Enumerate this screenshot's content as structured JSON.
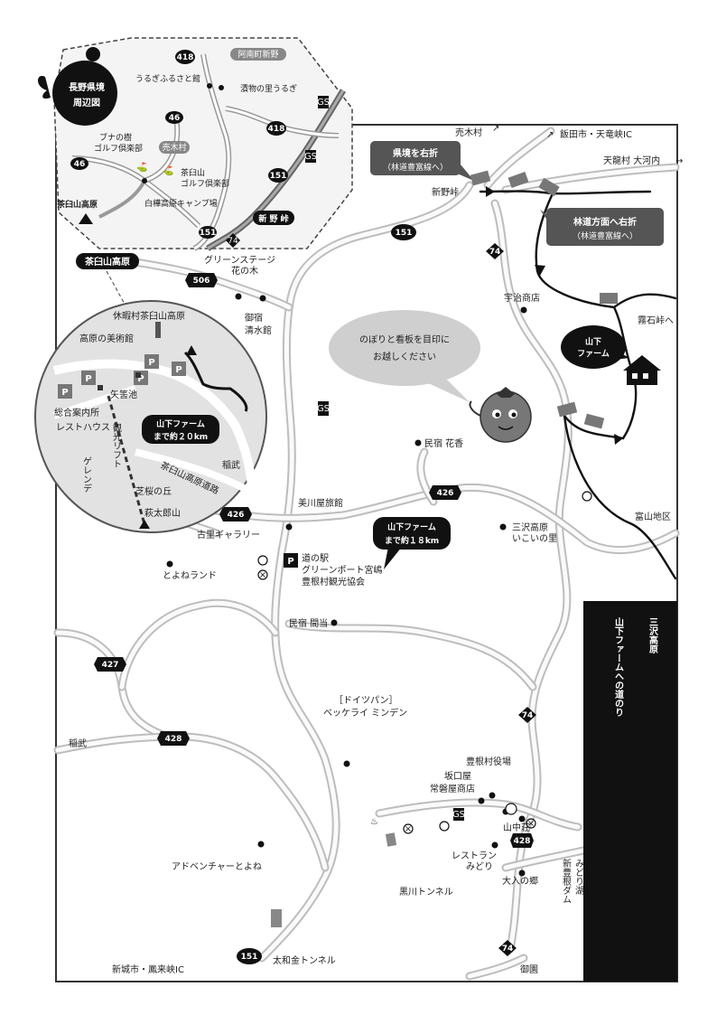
{
  "title": {
    "line1": "三沢高原",
    "line2": "山下ファームへの道のり"
  },
  "inset_top": {
    "badge_line1": "長野県境",
    "badge_line2": "周辺図",
    "labels": {
      "road_418": "418",
      "road_46a": "46",
      "road_46b": "46",
      "road_418b": "418",
      "road_151a": "151",
      "road_151b": "151",
      "road_74": "74",
      "anan": "阿南町新野",
      "urugi_furusato": "うるぎふるさと館",
      "tsukemono": "漬物の里うるぎ",
      "buna": "ブナの樹",
      "buna2": "ゴルフ倶楽部",
      "urugi": "売木村",
      "chausu_golf": "茶臼山",
      "chausu_golf2": "ゴルフ倶楽部",
      "hakuba": "白樺高原キャンプ場",
      "chausu_peak": "茶臼山高原",
      "niino": "新 野 峠",
      "gs": "GS"
    }
  },
  "inset_circle": {
    "tag": "茶臼山高原",
    "labels": {
      "kyuka": "休暇村茶臼山高原",
      "bijutsukan": "高原の美術館",
      "yahagi": "矢筈池",
      "sogo": "総合案内所",
      "resthouse": "レストハウス",
      "lift": "観光リフト",
      "gelande": "ゲレンデ",
      "road": "茶臼山高原道路",
      "shibazakura": "芝桜の丘",
      "hagitaro": "萩太郎山",
      "inabu": "稲武",
      "p": "P"
    },
    "distance": "山下ファーム\nまで約２０km"
  },
  "callouts": {
    "kenkyo_line1": "県境を右折",
    "kenkyo_line2": "（林道豊富線へ）",
    "rindo_line1": "林道方面へ右折",
    "rindo_line2": "（林道豊富線へ）",
    "nobori_line1": "のぼりと看板を目印に",
    "nobori_line2": "お越しください",
    "farm_line1": "山下",
    "farm_line2": "ファーム",
    "distance18_line1": "山下ファーム",
    "distance18_line2": "まで約１８km"
  },
  "places": {
    "urugi_top": "売木村",
    "iida": "飯田市・天竜峡IC",
    "tenryu": "天龍村 大河内",
    "niinotoge": "新野峠",
    "ujiji": "宇治商店",
    "kiriishi": "霧石峠へ",
    "tomiyama": "富山地区",
    "green_stage1": "グリーンステージ",
    "green_stage2": "花の木",
    "oncho1": "御宿",
    "oncho2": "清水館",
    "minshuku_hanaka": "民宿 花香",
    "mikawaya": "美川屋旅館",
    "misawa_ikoi1": "三沢高原",
    "misawa_ikoi2": "いこいの里",
    "furusato_gallery": "古里ギャラリー",
    "michinoeki1": "道の駅",
    "michinoeki2": "グリーンポート宮嶋",
    "michinoeki3": "豊根村観光協会",
    "toyone_land": "とよねランド",
    "minshuku_mondo": "民宿 間当",
    "bakery1": "［ドイツパン］",
    "bakery2": "ベッケライ ミンデン",
    "inabu": "稲武",
    "yakuba": "豊根村役場",
    "sakaguchiya": "坂口屋",
    "tokiwaya": "常磐屋商店",
    "sannaka": "山中荘",
    "restaurant1": "レストラン",
    "restaurant2": "みどり",
    "oiri": "大入の郷",
    "adventure": "アドベンチャーとよね",
    "kurokawa": "黒川トンネル",
    "midoriko1": "みどり湖",
    "midoriko2": "新豊根ダム",
    "taiwakin": "太和金トンネル",
    "shinshiro": "新城市・鳳来峡IC",
    "goen": "御園",
    "gs": "GS"
  },
  "roads": {
    "r151a": "151",
    "r151b": "151",
    "r74a": "74",
    "r74b": "74",
    "r74c": "74",
    "r506": "506",
    "r426a": "426",
    "r426b": "426",
    "r427": "427",
    "r428a": "428",
    "r428b": "428"
  }
}
